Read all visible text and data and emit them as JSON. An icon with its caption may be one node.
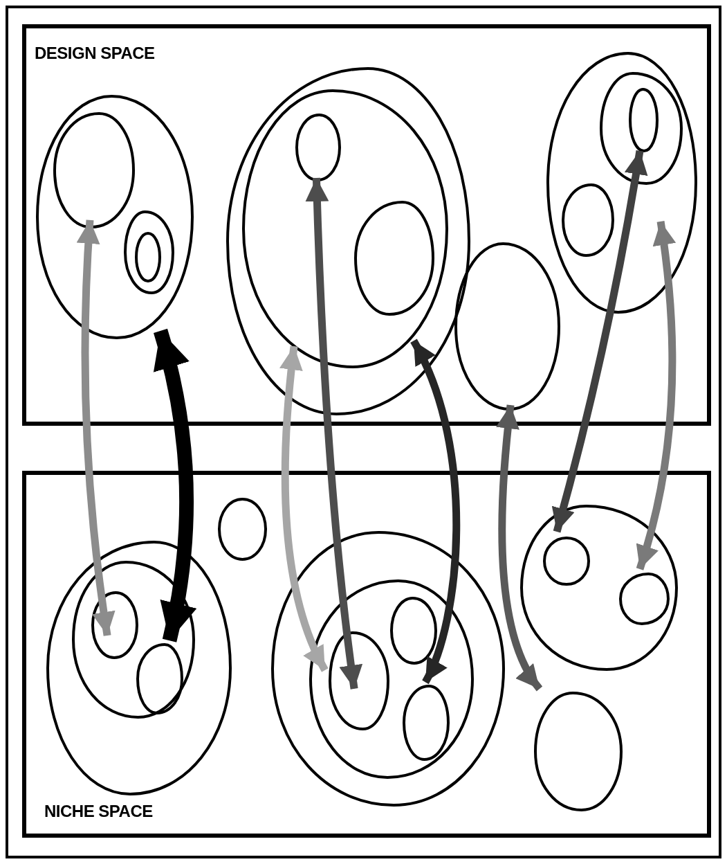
{
  "diagram": {
    "nodes": [
      {
        "text": [
          "DESIGN SPACE"
        ]
      },
      {
        "text": [],
        "shape": "blob",
        "in": 0
      },
      {
        "text": [],
        "shape": "blob",
        "in": 1
      },
      {
        "text": [],
        "shape": "blob",
        "in": 1
      },
      {
        "text": [],
        "shape": "blob",
        "in": 3
      },
      {
        "text": [],
        "shape": "blob",
        "in": 0
      },
      {
        "text": [],
        "shape": "blob",
        "in": 5
      },
      {
        "text": [],
        "shape": "blob",
        "in": 6
      },
      {
        "text": [],
        "shape": "blob",
        "in": 6
      },
      {
        "text": [],
        "shape": "blob",
        "in": 0
      },
      {
        "text": [],
        "shape": "blob",
        "in": 0
      },
      {
        "text": [],
        "shape": "blob",
        "in": 10
      },
      {
        "text": [],
        "shape": "blob",
        "in": 11
      },
      {
        "text": [],
        "shape": "blob",
        "in": 10
      },
      {
        "text": [
          "NICHE SPACE"
        ]
      },
      {
        "text": [],
        "shape": "blob",
        "in": 14
      },
      {
        "text": [],
        "shape": "blob",
        "in": 14
      },
      {
        "text": [],
        "shape": "blob",
        "in": 16
      },
      {
        "text": [],
        "shape": "blob",
        "in": 17
      },
      {
        "text": [],
        "shape": "blob",
        "in": 17
      },
      {
        "text": [],
        "shape": "blob",
        "in": 14
      },
      {
        "text": [],
        "shape": "blob",
        "in": 20
      },
      {
        "text": [],
        "shape": "blob",
        "in": 21
      },
      {
        "text": [],
        "shape": "blob",
        "in": 21
      },
      {
        "text": [],
        "shape": "blob",
        "in": 21
      },
      {
        "text": [],
        "shape": "blob",
        "in": 14
      },
      {
        "text": [],
        "shape": "blob",
        "in": 25
      },
      {
        "text": [],
        "shape": "blob",
        "in": 25
      },
      {
        "text": [],
        "shape": "blob",
        "in": 14
      }
    ],
    "edges": [
      {
        "from": 2,
        "to": 18,
        "arrow": "both",
        "color": "#8c8c8c"
      },
      {
        "from": 1,
        "to": 19,
        "arrow": "both",
        "style": "thick",
        "color": "#000000"
      },
      {
        "from": 5,
        "to": 22,
        "arrow": "both",
        "color": "#a6a6a6"
      },
      {
        "from": 7,
        "to": 22,
        "arrow": "both",
        "color": "#4d4d4d"
      },
      {
        "from": 6,
        "to": 24,
        "arrow": "both",
        "color": "#262626"
      },
      {
        "from": 9,
        "to": 28,
        "arrow": "both",
        "color": "#595959"
      },
      {
        "from": 12,
        "to": 26,
        "arrow": "both",
        "color": "#404040"
      },
      {
        "from": 10,
        "to": 27,
        "arrow": "both",
        "color": "#7a7a7a"
      }
    ]
  }
}
